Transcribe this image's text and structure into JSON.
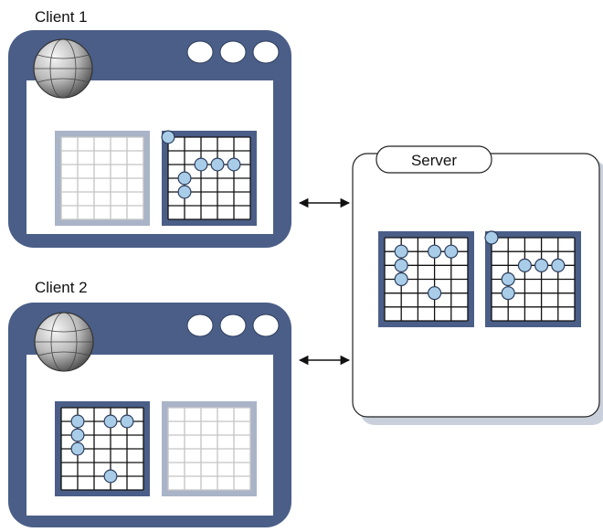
{
  "labels": {
    "client1": "Client 1",
    "client2": "Client 2",
    "server": "Server"
  },
  "colors": {
    "window_frame": "#4a5e87",
    "window_body": "#ffffff",
    "board_frame": "#4a5e87",
    "board_frame_inactive": "#aab4c8",
    "grid_line": "#111111",
    "grid_line_inactive": "#c4c4c4",
    "piece_fill": "#a9cde8",
    "piece_stroke": "#2d3d5c",
    "server_shadow": "#c9d0dc",
    "window_button": "#ffffff"
  },
  "icons": {
    "window_icon": "globe-icon",
    "window_buttons": [
      "window-button",
      "window-button",
      "window-button"
    ]
  },
  "boards": {
    "rows": 6,
    "cols": 5,
    "client1_own": {
      "active": false,
      "pieces": []
    },
    "client1_opponent": {
      "active": true,
      "pieces": [
        [
          0,
          0
        ],
        [
          2,
          2
        ],
        [
          2,
          3
        ],
        [
          2,
          4
        ],
        [
          3,
          1
        ],
        [
          4,
          1
        ]
      ]
    },
    "client2_own": {
      "active": true,
      "pieces": [
        [
          1,
          1
        ],
        [
          1,
          3
        ],
        [
          1,
          4
        ],
        [
          2,
          1
        ],
        [
          3,
          1
        ],
        [
          5,
          3
        ]
      ]
    },
    "client2_opponent": {
      "active": false,
      "pieces": []
    },
    "server_board1": {
      "active": true,
      "pieces": [
        [
          1,
          1
        ],
        [
          1,
          3
        ],
        [
          1,
          4
        ],
        [
          2,
          1
        ],
        [
          3,
          1
        ],
        [
          4,
          3
        ]
      ]
    },
    "server_board2": {
      "active": true,
      "pieces": [
        [
          0,
          0
        ],
        [
          2,
          2
        ],
        [
          2,
          3
        ],
        [
          2,
          4
        ],
        [
          3,
          1
        ],
        [
          4,
          1
        ]
      ]
    }
  },
  "connections": [
    {
      "from": "client1",
      "to": "server",
      "direction": "bidirectional"
    },
    {
      "from": "client2",
      "to": "server",
      "direction": "bidirectional"
    }
  ]
}
